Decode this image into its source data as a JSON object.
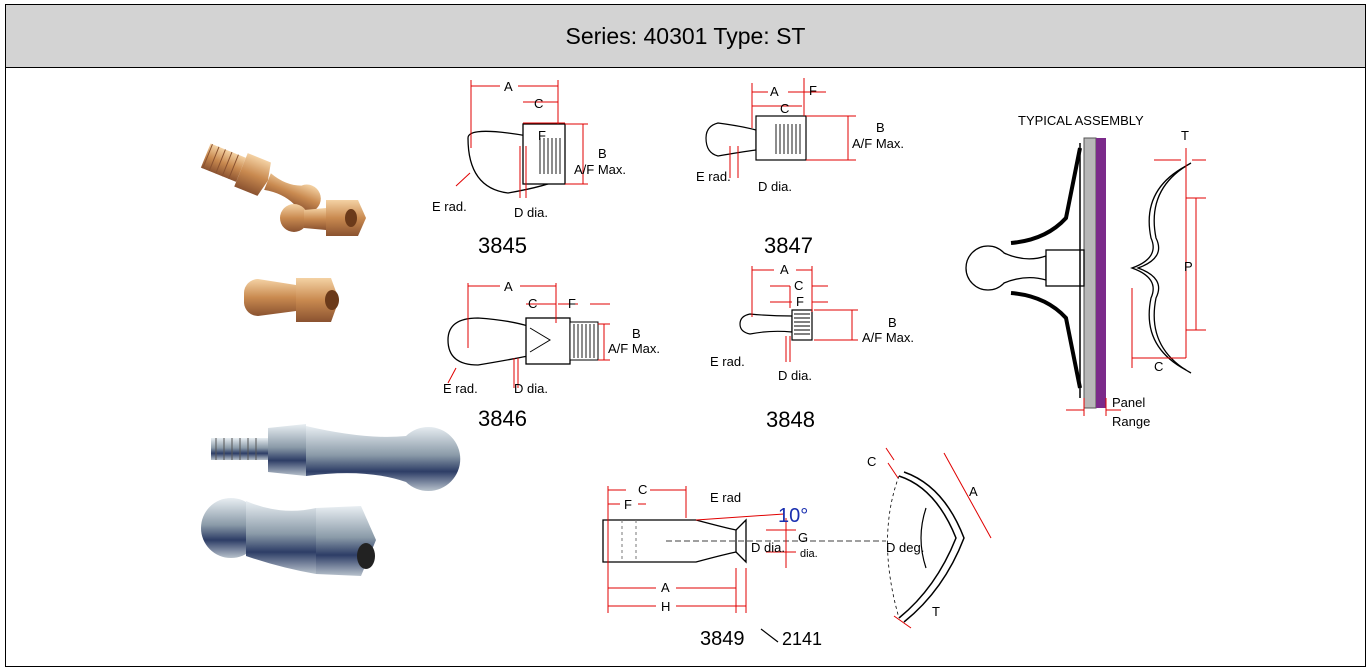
{
  "header": {
    "title": "Series: 40301 Type: ST"
  },
  "diagrams": {
    "d3845": {
      "part": "3845",
      "A": "A",
      "C": "C",
      "F": "F",
      "B": "B",
      "AF": "A/F Max.",
      "E": "E rad.",
      "D": "D dia."
    },
    "d3847": {
      "part": "3847",
      "A": "A",
      "C": "C",
      "F": "F",
      "B": "B",
      "AF": "A/F Max.",
      "E": "E rad.",
      "D": "D dia."
    },
    "d3846": {
      "part": "3846",
      "A": "A",
      "C": "C",
      "F": "F",
      "B": "B",
      "AF": "A/F Max.",
      "E": "E rad.",
      "D": "D dia."
    },
    "d3848": {
      "part": "3848",
      "A": "A",
      "C": "C",
      "F": "F",
      "B": "B",
      "AF": "A/F Max.",
      "E": "E rad.",
      "D": "D dia."
    },
    "assembly": {
      "title": "TYPICAL ASSEMBLY",
      "T": "T",
      "P": "P",
      "C": "C",
      "panel1": "Panel",
      "panel2": "Range"
    },
    "d3849": {
      "part": "3849",
      "alt": "2141",
      "C": "C",
      "F": "F",
      "E": "E rad",
      "angle": "10°",
      "D": "D dia.",
      "G": "G",
      "Gdia": "dia.",
      "A": "A",
      "H": "H"
    },
    "clip": {
      "C": "C",
      "A": "A",
      "D": "D deg.",
      "T": "T"
    }
  },
  "colors": {
    "header_bg": "#d3d3d3",
    "dim_red": "#e00000",
    "panel_purple": "#7b2a8a",
    "angle_blue": "#1a2fb0"
  }
}
